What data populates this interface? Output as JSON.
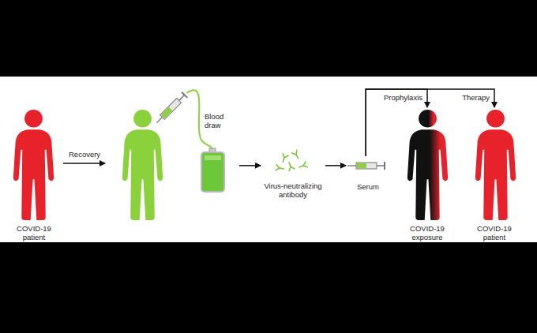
{
  "diagram": {
    "nodes": [
      {
        "text": [
          "COVID-19 patient"
        ]
      },
      {
        "text": [
          "Blood draw"
        ]
      },
      {
        "text": [
          "Virus-neutralizing antibody"
        ]
      },
      {
        "text": [
          "Serum"
        ]
      },
      {
        "text": [
          "COVID-19 exposure"
        ]
      },
      {
        "text": [
          "COVID-19 patient"
        ]
      }
    ],
    "edges": [
      {
        "from": 1,
        "to": 2,
        "arrow": "to"
      },
      {
        "from": 2,
        "to": 3,
        "arrow": "to"
      },
      {
        "from": 3,
        "to": 4,
        "arrow": "to",
        "label": "Prophylaxis"
      },
      {
        "from": 3,
        "to": 5,
        "arrow": "to",
        "label": "Therapy"
      }
    ],
    "labels": [
      "Recovery"
    ]
  }
}
